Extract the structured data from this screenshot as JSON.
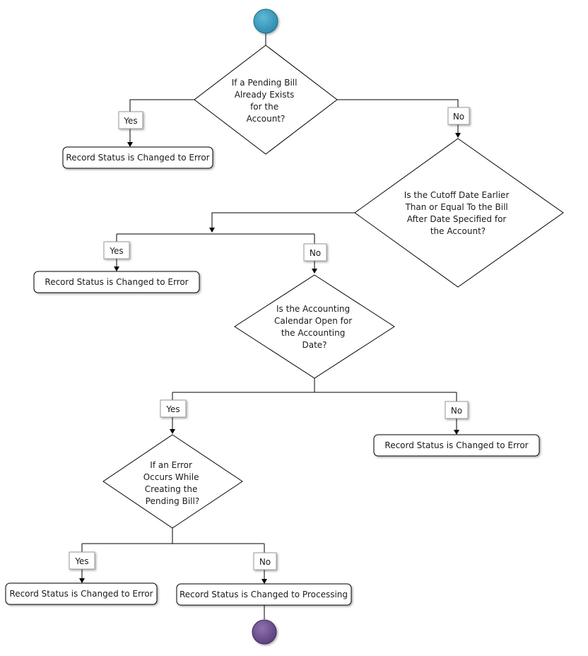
{
  "colors": {
    "start_node": "#2f8db0",
    "end_node": "#6a4b8c"
  },
  "decisions": {
    "d1": {
      "lines": [
        "If a Pending Bill",
        "Already Exists",
        "for the",
        "Account?"
      ]
    },
    "d2": {
      "lines": [
        "Is the Cutoff Date Earlier",
        "Than or Equal To the Bill",
        "After Date Specified for",
        "the Account?"
      ]
    },
    "d3": {
      "lines": [
        "Is the Accounting",
        "Calendar Open for",
        "the Accounting",
        "Date?"
      ]
    },
    "d4": {
      "lines": [
        "If an Error",
        "Occurs While",
        "Creating the",
        "Pending Bill?"
      ]
    }
  },
  "actions": {
    "a1": "Record Status is Changed to Error",
    "a2": "Record Status is Changed to Error",
    "a3": "Record Status is Changed to Error",
    "a4": "Record Status is Changed to Error",
    "a5": "Record Status is Changed to Processing"
  },
  "labels": {
    "yes": "Yes",
    "no": "No"
  }
}
